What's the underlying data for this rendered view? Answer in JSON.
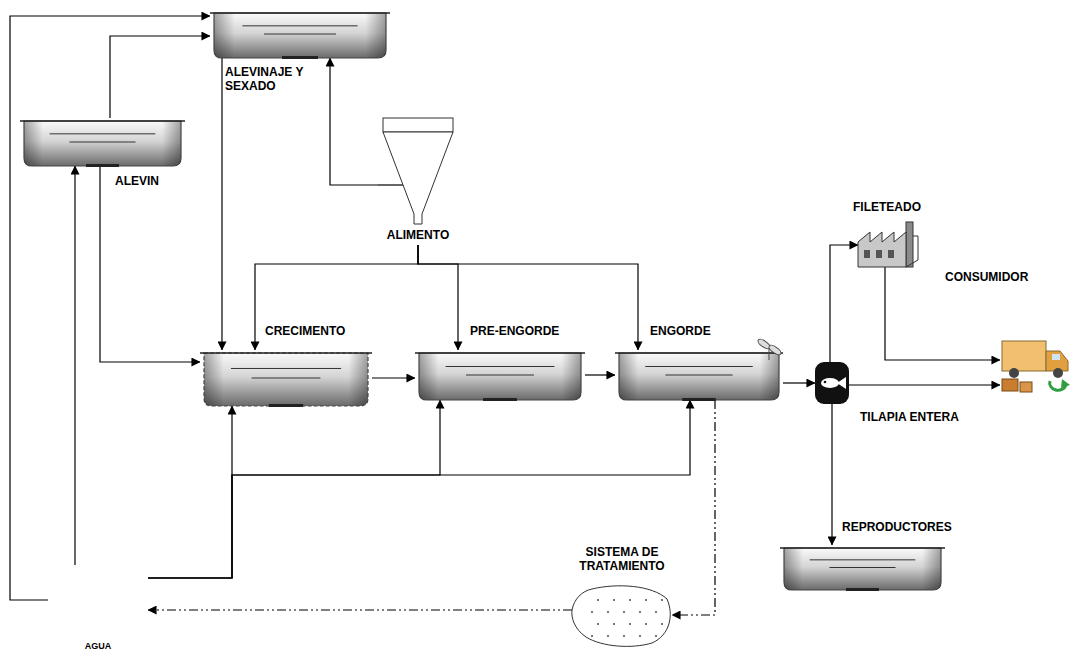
{
  "diagram": {
    "nodes": [
      {
        "text": [
          "ALEVINAJE Y SEXADO"
        ]
      },
      {
        "text": [
          "ALEVIN"
        ]
      },
      {
        "text": [
          "ALIMENTO"
        ]
      },
      {
        "text": [
          "CRECIMENTO"
        ]
      },
      {
        "text": [
          "PRE-ENGORDE"
        ]
      },
      {
        "text": [
          "ENGORDE"
        ]
      },
      {
        "text": [
          "TILAPIA ENTERA"
        ]
      },
      {
        "text": [
          "FILETEADO"
        ]
      },
      {
        "text": [
          "CONSUMIDOR"
        ]
      },
      {
        "text": [
          "REPRODUCTORES"
        ]
      },
      {
        "text": [
          "SISTEMA DE TRATAMIENTO"
        ]
      },
      {
        "text": [
          "AGUA"
        ]
      }
    ],
    "edges": [
      {
        "from": 11,
        "to": 1,
        "arrow": "to"
      },
      {
        "from": 11,
        "to": 0,
        "arrow": "to"
      },
      {
        "from": 1,
        "to": 0,
        "arrow": "to"
      },
      {
        "from": 1,
        "to": 3,
        "arrow": "to"
      },
      {
        "from": 0,
        "to": 3,
        "arrow": "to"
      },
      {
        "from": 2,
        "to": 0,
        "arrow": "to"
      },
      {
        "from": 2,
        "to": 3,
        "arrow": "to"
      },
      {
        "from": 2,
        "to": 4,
        "arrow": "to"
      },
      {
        "from": 2,
        "to": 5,
        "arrow": "to"
      },
      {
        "from": 11,
        "to": 3,
        "arrow": "to"
      },
      {
        "from": 11,
        "to": 4,
        "arrow": "to"
      },
      {
        "from": 11,
        "to": 5,
        "arrow": "to"
      },
      {
        "from": 3,
        "to": 4,
        "arrow": "to"
      },
      {
        "from": 4,
        "to": 5,
        "arrow": "to"
      },
      {
        "from": 5,
        "to": 6,
        "arrow": "to"
      },
      {
        "from": 5,
        "to": 10,
        "arrow": "to"
      },
      {
        "from": 10,
        "to": 11,
        "arrow": "to"
      },
      {
        "from": 6,
        "to": 7,
        "arrow": "to"
      },
      {
        "from": 7,
        "to": 8,
        "arrow": "to"
      },
      {
        "from": 6,
        "to": 8,
        "arrow": "to"
      },
      {
        "from": 6,
        "to": 9,
        "arrow": "to"
      }
    ]
  }
}
